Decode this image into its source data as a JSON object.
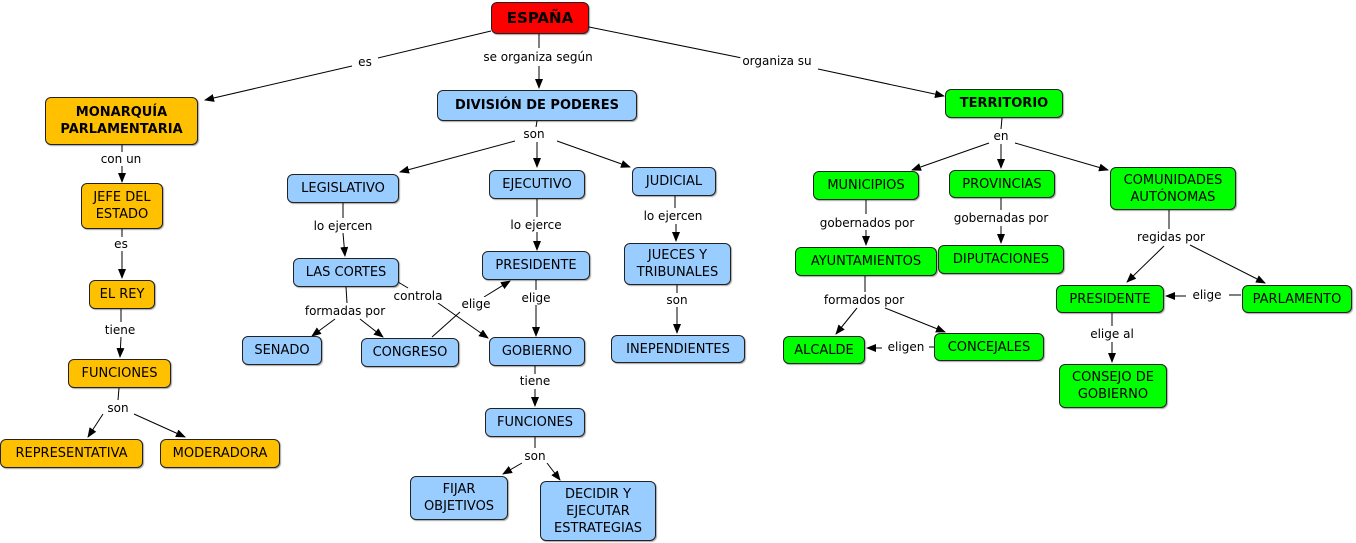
{
  "nodes": {
    "espana": "ESPAÑA",
    "monarquia": "MONARQUÍA\nPARLAMENTARIA",
    "division": "DIVISIÓN DE PODERES",
    "territorio": "TERRITORIO",
    "jefe": "JEFE DEL\nESTADO",
    "rey": "EL REY",
    "funciones_rey": "FUNCIONES",
    "representativa": "REPRESENTATIVA",
    "moderadora": "MODERADORA",
    "legislativo": "LEGISLATIVO",
    "ejecutivo": "EJECUTIVO",
    "judicial": "JUDICIAL",
    "cortes": "LAS CORTES",
    "senado": "SENADO",
    "congreso": "CONGRESO",
    "presidente_gob": "PRESIDENTE",
    "gobierno": "GOBIERNO",
    "funciones_gob": "FUNCIONES",
    "fijar": "FIJAR\nOBJETIVOS",
    "decidir": "DECIDIR Y\nEJECUTAR\nESTRATEGIAS",
    "jueces": "JUECES Y\nTRIBUNALES",
    "inependientes": "INEPENDIENTES",
    "municipios": "MUNICIPIOS",
    "provincias": "PROVINCIAS",
    "comunidades": "COMUNIDADES\nAUTÓNOMAS",
    "ayuntamientos": "AYUNTAMIENTOS",
    "diputaciones": "DIPUTACIONES",
    "alcalde": "ALCALDE",
    "concejales": "CONCEJALES",
    "presidente_ca": "PRESIDENTE",
    "parlamento": "PARLAMENTO",
    "consejo": "CONSEJO DE\nGOBIERNO"
  },
  "links": {
    "es": "es",
    "se_organiza": "se organiza según",
    "organiza_su": "organiza su",
    "con_un": "con un",
    "es_rey": "es",
    "tiene_rey": "tiene",
    "son_rey": "son",
    "son_poderes": "son",
    "lo_ejercen_leg": "lo ejercen",
    "lo_ejerce_ej": "lo ejerce",
    "lo_ejercen_jud": "lo ejercen",
    "formadas_por": "formadas por",
    "controla": "controla",
    "elige_congreso": "elige",
    "elige_pres": "elige",
    "tiene_gob": "tiene",
    "son_gob": "son",
    "son_jueces": "son",
    "en": "en",
    "gobernados_por": "gobernados por",
    "gobernadas_por": "gobernadas por",
    "regidas_por": "regidas por",
    "formados_por": "formados por",
    "eligen": "eligen",
    "elige_parl": "elige",
    "elige_al": "elige al"
  },
  "colors": {
    "root": "#ff0000",
    "monarquia_branch": "#ffc000",
    "poderes_branch": "#99ccff",
    "territorio_branch": "#00ff00",
    "line": "#000000"
  }
}
